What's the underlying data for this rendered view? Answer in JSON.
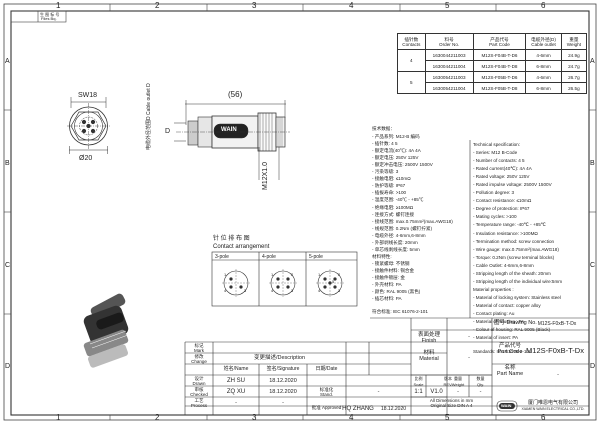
{
  "border": {
    "columns": [
      "1",
      "2",
      "3",
      "4",
      "5",
      "6"
    ],
    "rows": [
      "A",
      "B",
      "C",
      "D"
    ],
    "file_box": [
      "生 图 标 号",
      "Files Bq."
    ]
  },
  "order_table": {
    "headers": [
      [
        "插针数",
        "Contacts"
      ],
      [
        "料号",
        "Order No."
      ],
      [
        "产品代号",
        "Part Code"
      ],
      [
        "电缆外径(D)",
        "Cable outlet"
      ],
      [
        "重量",
        "Weight"
      ]
    ],
    "groups": [
      {
        "contacts": "4",
        "rows": [
          {
            "order_no": "1630044211003",
            "part_code": "M12S-F04B-T-D6",
            "cable": "4-6mm",
            "weight": "24.9g"
          },
          {
            "order_no": "1630044211004",
            "part_code": "M12S-F04B-T-D8",
            "cable": "6-8mm",
            "weight": "24.7g"
          }
        ]
      },
      {
        "contacts": "5",
        "rows": [
          {
            "order_no": "1630054211003",
            "part_code": "M12S-F05B-T-D6",
            "cable": "4-6mm",
            "weight": "26.7g"
          },
          {
            "order_no": "1630054211004",
            "part_code": "M12S-F05B-T-D8",
            "cable": "6-8mm",
            "weight": "26.5g"
          }
        ]
      }
    ]
  },
  "drawing": {
    "sw": "SW18",
    "dia": "Ø20",
    "length": "(56)",
    "cable_note": "电缆外径范围D",
    "cable_note_en": "Cable outlet D",
    "d_label": "D",
    "thread": "M12X1.0",
    "brand": "WAIN"
  },
  "spec_cn": {
    "title": "技术数据：",
    "lines": [
      "- 产品系列: M12-B 编码",
      "- 插针数:            4          5",
      "- 额定电流(40℃):     4A         4A",
      "- 额定电压:          250V       125V",
      "- 额定冲击电压:      2500V      1500V",
      "- 污染等级:  3",
      "- 接触电阻:  ≤10mΩ",
      "- 防护等级:  IP67",
      "- 插拔寿命:  >100",
      "- 温度范围:  -40℃ - +85℃",
      "- 绝缘电阻:  ≥100MΩ",
      "- 连接方式:  螺钉连接",
      "- 接线范围:  max.0.75mm²(max.AWG18)",
      "- 线规范围:  0.2Nm (螺钉拧紧)",
      "- 电缆外径:  4-6mm,6-8mm",
      "- 外部剥线长度:  20mm",
      "- 单芯线剥线长度:  5mm",
      "材料特性:",
      "- 锁紧螺母: 不锈钢",
      "- 接触件材料: 铜合金",
      "- 接触件镀层: 金",
      "- 外壳材料: PA",
      "- 颜色: RAL 9005 (黑色)",
      "- 插芯材料: PA"
    ],
    "standard": "符合标准:  IEC 61076-2-101"
  },
  "spec_en": {
    "title": "Technical specification:",
    "lines": [
      "- Series: M12 B-Code",
      "- Number of contacts:  4          5",
      "- Rated current(40℃):  4A        4A",
      "- Rated voltage:        250V     125V",
      "- Rated impulse voltage:  2500V   1500V",
      "- Pollution degree:  3",
      "- Contact resistance: ≤10mΩ",
      "- Degree of protection: IP67",
      "- Mating cycles: >100",
      "- Temperature range: -40℃ - +85℃",
      "- Insulation resistance: >100MΩ",
      "- Termination method: screw connection",
      "- Wire gauge: max.0.75mm²(max.AWG18)",
      "- Torque: 0.2Nm (screw terminal blocks)",
      "- Cable Outlet:  4-6mm,6-8mm",
      "- Stripping length of the sheath: 20mm",
      "- Stripping length of the individual wire:5mm",
      "Material properties :",
      "- Material of locking system: Stainless steel",
      "- Material of contact: copper alloy",
      "- Contact plating: Au",
      "- Material of housing : PA",
      "- Colour of housing: RAL 9005 (Black)",
      "- Material of insert: PA"
    ],
    "standard": "Standards:  IEC 61076-2-101"
  },
  "contact_arrangement": {
    "title_cn": "针 位 排 布 图",
    "title_en": "Contact  arrangement",
    "panels": [
      {
        "label": "3-pole",
        "pins": [
          "1",
          "3",
          "4"
        ]
      },
      {
        "label": "4-pole",
        "pins": [
          "1",
          "2",
          "3",
          "4"
        ]
      },
      {
        "label": "5-pole",
        "pins": [
          "1",
          "2",
          "3",
          "4",
          "5"
        ]
      }
    ]
  },
  "title_block": {
    "drawing_no_label": [
      "图号",
      "Drawing No."
    ],
    "drawing_no": "M12S-F0xB-T-Dx",
    "part_code_label": [
      "产品代号",
      "Part Code"
    ],
    "part_code": "M12S-F0xB-T-Dx",
    "part_name_label": [
      "名称",
      "Part Name"
    ],
    "part_name": "-",
    "finish_label": [
      "表面处理",
      "Finish"
    ],
    "finish": "-",
    "material_label": [
      "材料",
      "Material"
    ],
    "material": "-",
    "scale_label": [
      "比例",
      "Scale"
    ],
    "scale": "1:1",
    "rev_label": [
      "版本",
      "REV."
    ],
    "rev": "V1.0",
    "weight_label": [
      "重量",
      "Weight"
    ],
    "weight": "-",
    "qty_label": [
      "数量",
      "Qty."
    ],
    "qty": "-",
    "mark_label": [
      "标记",
      "Mark"
    ],
    "change_label": [
      "修改",
      "Change"
    ],
    "desc_label": "变更描述/Description",
    "name_label": "姓名/Name",
    "signature_label": "签名/Signature",
    "date_label": "日期/Date",
    "rows": [
      {
        "role_cn": "设计",
        "role": "Drawn",
        "name": "ZH  SU",
        "date": "18.12.2020"
      },
      {
        "role_cn": "审核",
        "role": "Checked",
        "name": "ZQ  XU",
        "date": "18.12.2020"
      },
      {
        "role_cn": "工艺",
        "role": "Process",
        "name": "-",
        "date": "-"
      }
    ],
    "std_label": [
      "标准化",
      "Stand."
    ],
    "std_value": "-",
    "approved_label": [
      "批准",
      "Approved"
    ],
    "approved_name": "HQ  ZHANG",
    "approved_date": "18.12.2020",
    "dims_note": [
      "All Dimensions in mm",
      "Original Size DIN A 4"
    ],
    "company_cn": "厦门唯恩电气有限公司",
    "company_en": "XIAMEN WAIN ELECTRICAL CO.,LTD.",
    "logo": "WAIN"
  }
}
